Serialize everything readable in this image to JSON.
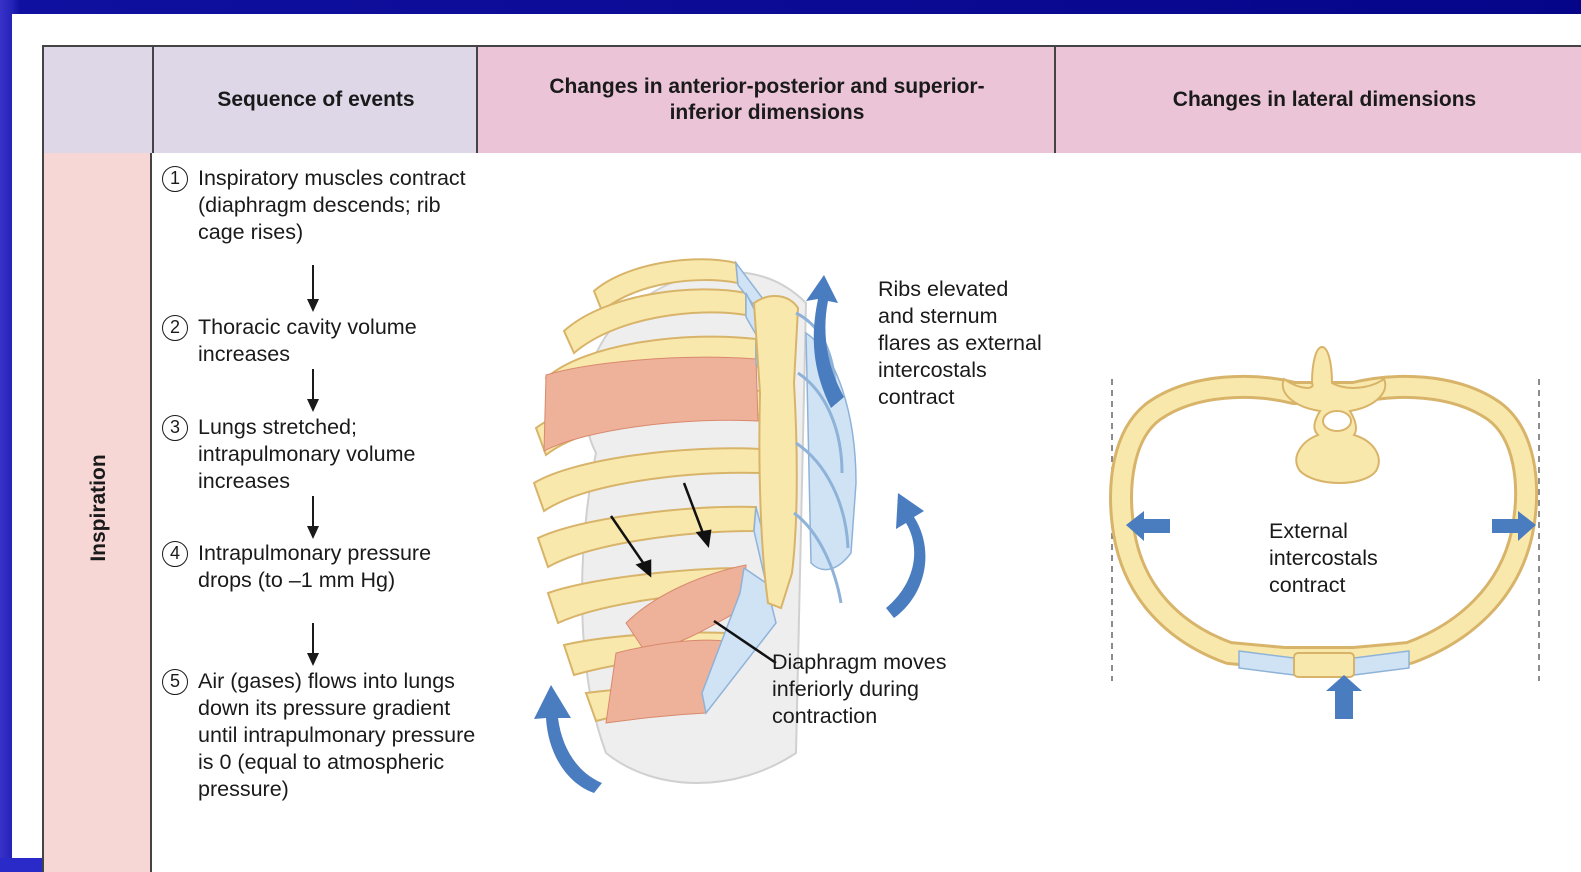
{
  "header": {
    "sequence": "Sequence of events",
    "anterior_posterior": "Changes in anterior-posterior and superior-inferior dimensions",
    "lateral": "Changes in lateral dimensions"
  },
  "row_label": "Inspiration",
  "steps": [
    {
      "num": "1",
      "text": "Inspiratory muscles contract (diaphragm descends; rib cage rises)"
    },
    {
      "num": "2",
      "text": "Thoracic cavity volume increases"
    },
    {
      "num": "3",
      "text": "Lungs stretched; intrapulmonary volume increases"
    },
    {
      "num": "4",
      "text": "Intrapulmonary pressure drops (to –1 mm Hg)"
    },
    {
      "num": "5",
      "text": "Air (gases) flows into lungs down its pressure gradient until intrapulmonary pressure is 0 (equal to atmospheric pressure)"
    }
  ],
  "ap_labels": {
    "ribs": "Ribs elevated and sternum flares as external intercostals contract",
    "diaphragm": "Diaphragm moves inferiorly during contraction"
  },
  "lateral_labels": {
    "intercostals": "External intercostals contract"
  },
  "colors": {
    "background": "#05058a",
    "header_left": "#ddd7e8",
    "header_right": "#ebc5d7",
    "row_label": "#f7d6d6",
    "bone": "#f9e8ac",
    "cartilage": "#cfe3f5",
    "muscle": "#eeb19a",
    "arrow_blue": "#4a7cc0"
  }
}
